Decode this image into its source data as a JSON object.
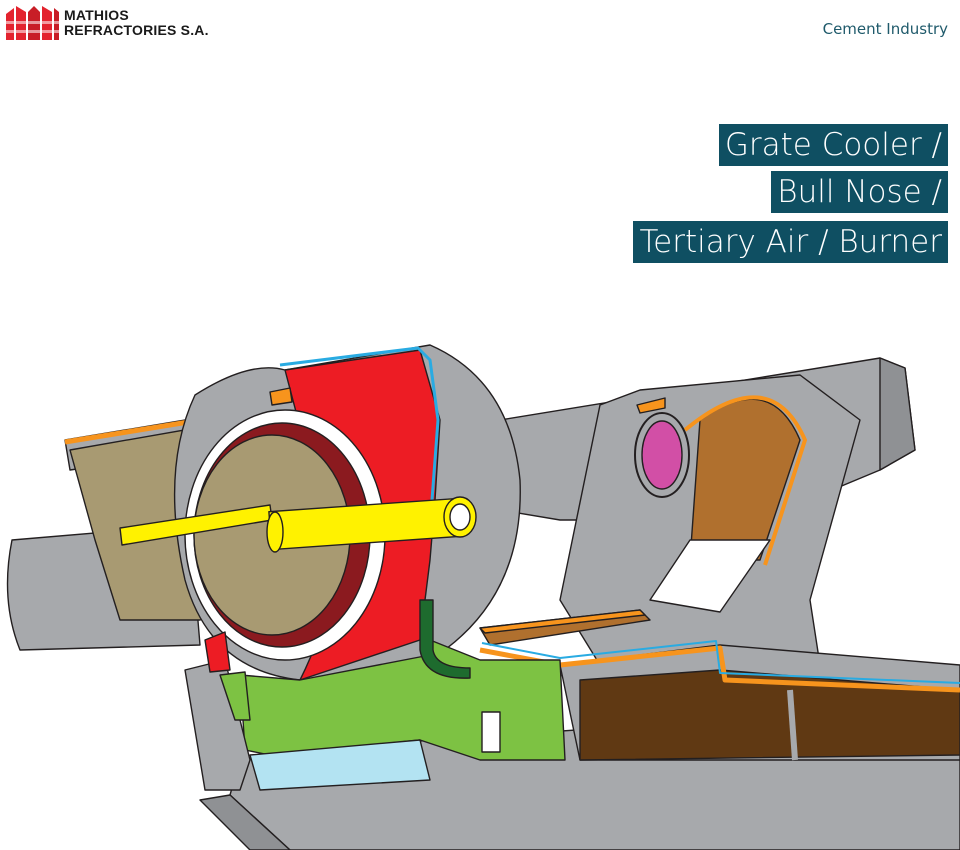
{
  "header": {
    "brand_line1": "MATHIOS",
    "brand_line2": "REFRACTORIES S.A.",
    "logo_icon": "mathios-m-logo",
    "industry": "Cement Industry"
  },
  "titles": {
    "line1": "Grate Cooler /",
    "line2": "Bull Nose /",
    "line3": "Tertiary Air / Burner"
  },
  "colors": {
    "title_bg": "#0f4f62",
    "logo_red": "#e3232e",
    "steel_grey": "#a7a9ac",
    "refractory_red": "#ed1c24",
    "castable_green": "#7dc243",
    "burner_yellow": "#fff200",
    "insulation_blue": "#29abe2",
    "anchor_orange": "#f7941d",
    "kiln_lining_tan": "#a89a72",
    "clinker_brown": "#603913",
    "tertiary_copper": "#b0702e",
    "viewport_magenta": "#d24fa6"
  }
}
